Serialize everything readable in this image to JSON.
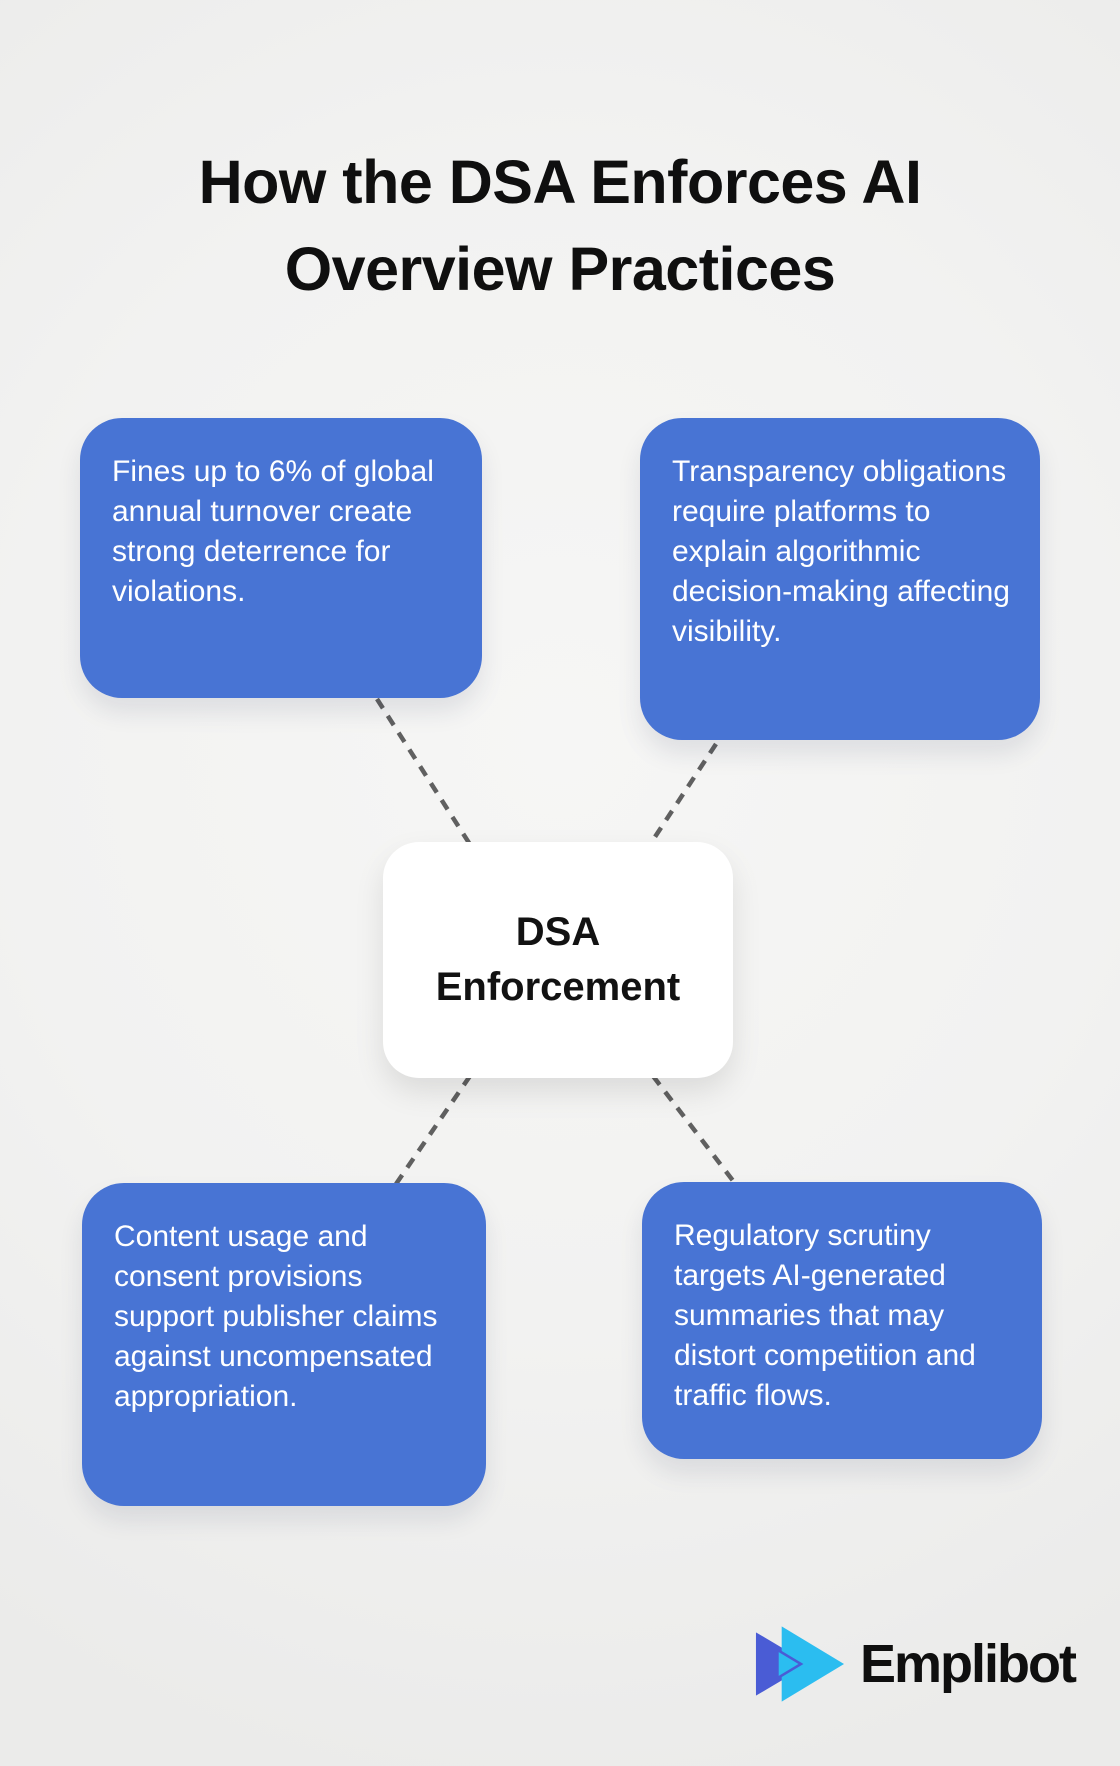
{
  "title": {
    "line1": "How the DSA Enforces AI",
    "line2": "Overview Practices"
  },
  "center_node": {
    "line1": "DSA",
    "line2": "Enforcement"
  },
  "nodes": [
    {
      "position": "top-left",
      "text": "Fines up to 6% of global annual turnover create strong deterrence for violations."
    },
    {
      "position": "top-right",
      "text": "Transparency obligations require platforms to explain algorithmic decision-making affecting visibility."
    },
    {
      "position": "bottom-left",
      "text": "Content usage and consent provisions support publisher claims against uncompensated appropriation."
    },
    {
      "position": "bottom-right",
      "text": "Regulatory scrutiny targets AI-generated summaries that may distort competition and traffic flows."
    }
  ],
  "branding": {
    "wordmark": "Emplibot",
    "logo_icon": "emplibot-play-triangles-icon"
  },
  "colors": {
    "background": "#F2F2F1",
    "node_blue": "#4874D4",
    "node_text": "#FFFFFF",
    "center_bg": "#FFFFFF",
    "text_dark": "#121212",
    "connector_gray": "#606060",
    "logo_indigo": "#4A5CD5",
    "logo_cyan": "#2BBDF0"
  }
}
